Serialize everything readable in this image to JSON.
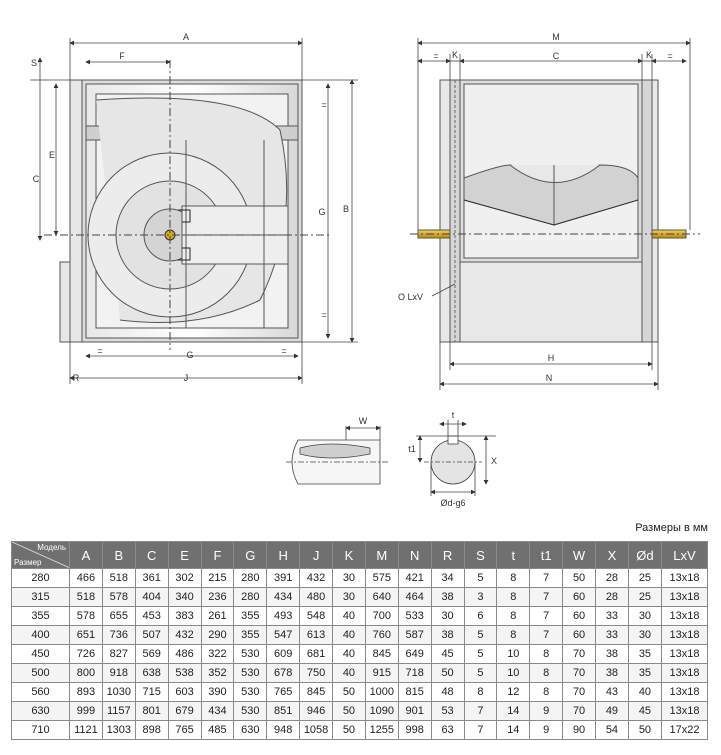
{
  "drawing_labels": {
    "front": {
      "a": "A",
      "f": "F",
      "s": "S",
      "c": "C",
      "e": "E",
      "g_side": "G",
      "b": "B",
      "eq_top": "=",
      "eq_bottom": "=",
      "eq_left": "=",
      "eq_right": "=",
      "g_bottom": "G",
      "r": "R",
      "j": "J"
    },
    "side": {
      "m": "M",
      "eq_left": "=",
      "k_left": "K",
      "c": "C",
      "k_right": "K",
      "eq_right": "=",
      "olxv": "O LxV",
      "h": "H",
      "n": "N"
    },
    "shaft": {
      "w": "W",
      "t": "t",
      "t1": "t1",
      "x": "X",
      "d": "Ød-g6"
    }
  },
  "units_caption": "Размеры в мм",
  "table": {
    "corner_model": "Модель",
    "corner_size": "Размер",
    "headers": [
      "A",
      "B",
      "C",
      "E",
      "F",
      "G",
      "H",
      "J",
      "K",
      "M",
      "N",
      "R",
      "S",
      "t",
      "t1",
      "W",
      "X",
      "Ød",
      "LxV"
    ],
    "rows": [
      [
        "280",
        "466",
        "518",
        "361",
        "302",
        "215",
        "280",
        "391",
        "432",
        "30",
        "575",
        "421",
        "34",
        "5",
        "8",
        "7",
        "50",
        "28",
        "25",
        "13x18"
      ],
      [
        "315",
        "518",
        "578",
        "404",
        "340",
        "236",
        "280",
        "434",
        "480",
        "30",
        "640",
        "464",
        "38",
        "3",
        "8",
        "7",
        "60",
        "28",
        "25",
        "13x18"
      ],
      [
        "355",
        "578",
        "655",
        "453",
        "383",
        "261",
        "355",
        "493",
        "548",
        "40",
        "700",
        "533",
        "30",
        "6",
        "8",
        "7",
        "60",
        "33",
        "30",
        "13x18"
      ],
      [
        "400",
        "651",
        "736",
        "507",
        "432",
        "290",
        "355",
        "547",
        "613",
        "40",
        "760",
        "587",
        "38",
        "5",
        "8",
        "7",
        "60",
        "33",
        "30",
        "13x18"
      ],
      [
        "450",
        "726",
        "827",
        "569",
        "486",
        "322",
        "530",
        "609",
        "681",
        "40",
        "845",
        "649",
        "45",
        "5",
        "10",
        "8",
        "70",
        "38",
        "35",
        "13x18"
      ],
      [
        "500",
        "800",
        "918",
        "638",
        "538",
        "352",
        "530",
        "678",
        "750",
        "40",
        "915",
        "718",
        "50",
        "5",
        "10",
        "8",
        "70",
        "38",
        "35",
        "13x18"
      ],
      [
        "560",
        "893",
        "1030",
        "715",
        "603",
        "390",
        "530",
        "765",
        "845",
        "50",
        "1000",
        "815",
        "48",
        "8",
        "12",
        "8",
        "70",
        "43",
        "40",
        "13x18"
      ],
      [
        "630",
        "999",
        "1157",
        "801",
        "679",
        "434",
        "530",
        "851",
        "946",
        "50",
        "1090",
        "901",
        "53",
        "7",
        "14",
        "9",
        "70",
        "49",
        "45",
        "13x18"
      ],
      [
        "710",
        "1121",
        "1303",
        "898",
        "765",
        "485",
        "630",
        "948",
        "1058",
        "50",
        "1255",
        "998",
        "63",
        "7",
        "14",
        "9",
        "90",
        "54",
        "50",
        "17x22"
      ]
    ]
  }
}
